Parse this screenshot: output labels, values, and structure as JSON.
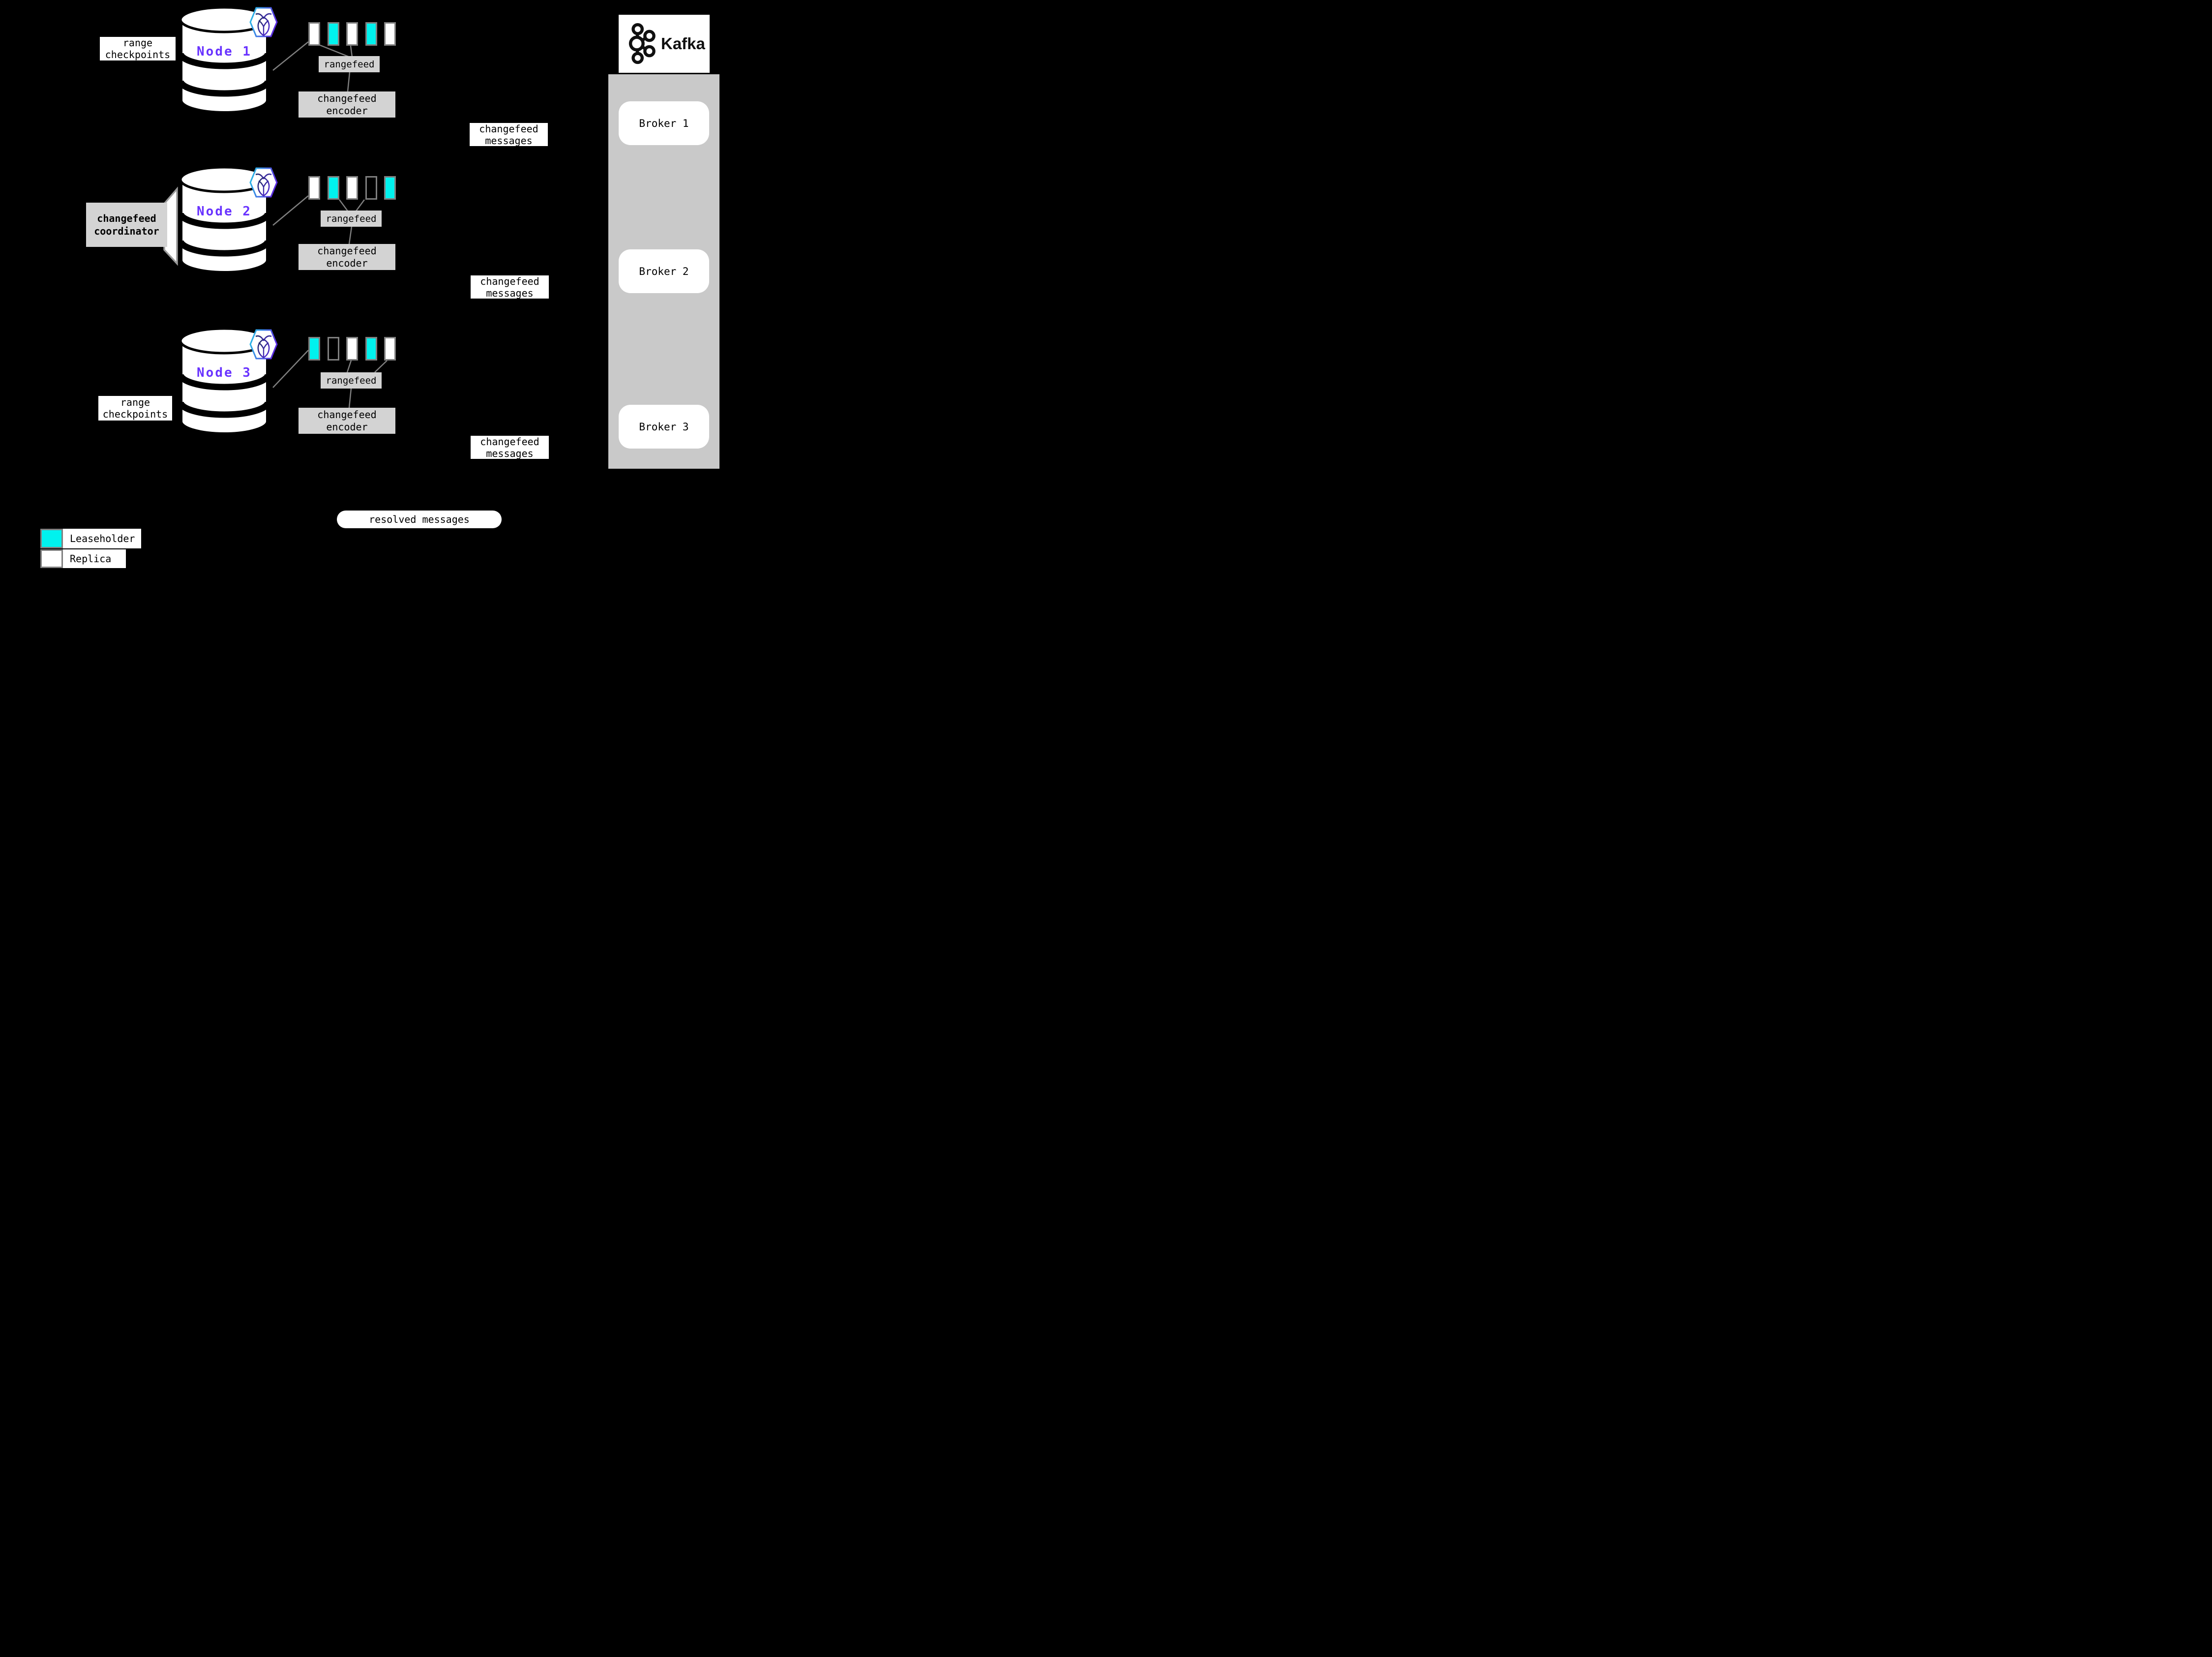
{
  "title": "CockroachDB changefeed to Kafka architecture diagram",
  "colors": {
    "background": "#000000",
    "leaseholder": "#00F2EE",
    "replica": "#FFFFFF",
    "outline_range": "transparent",
    "range_border": "#7F7F7F",
    "box_gray": "#D3D3D3",
    "kafka_container_gray": "#C9C9C9",
    "connector_gray": "#7F7F7F",
    "node_label_purple": "#6933FF"
  },
  "labels": {
    "range_checkpoints": {
      "line1": "range",
      "line2": "checkpoints"
    },
    "changefeed_coordinator": {
      "line1": "changefeed",
      "line2": "coordinator"
    },
    "changefeed_messages": {
      "line1": "changefeed",
      "line2": "messages"
    },
    "changefeed_encoder": {
      "line1": "changefeed",
      "line2": "encoder"
    },
    "rangefeed": "rangefeed",
    "resolved_messages": "resolved messages"
  },
  "nodes": [
    {
      "label": "Node 1",
      "ranges": [
        "replica",
        "leaseholder",
        "replica",
        "leaseholder",
        "replica"
      ]
    },
    {
      "label": "Node 2",
      "ranges": [
        "replica",
        "leaseholder",
        "replica",
        "outline",
        "leaseholder"
      ]
    },
    {
      "label": "Node 3",
      "ranges": [
        "leaseholder",
        "outline",
        "replica",
        "leaseholder",
        "replica"
      ]
    }
  ],
  "kafka": {
    "title": "Kafka",
    "brokers": [
      "Broker 1",
      "Broker 2",
      "Broker 3"
    ]
  },
  "legend": {
    "items": [
      {
        "label": "Leaseholder",
        "type": "leaseholder"
      },
      {
        "label": "Replica",
        "type": "replica"
      }
    ]
  }
}
